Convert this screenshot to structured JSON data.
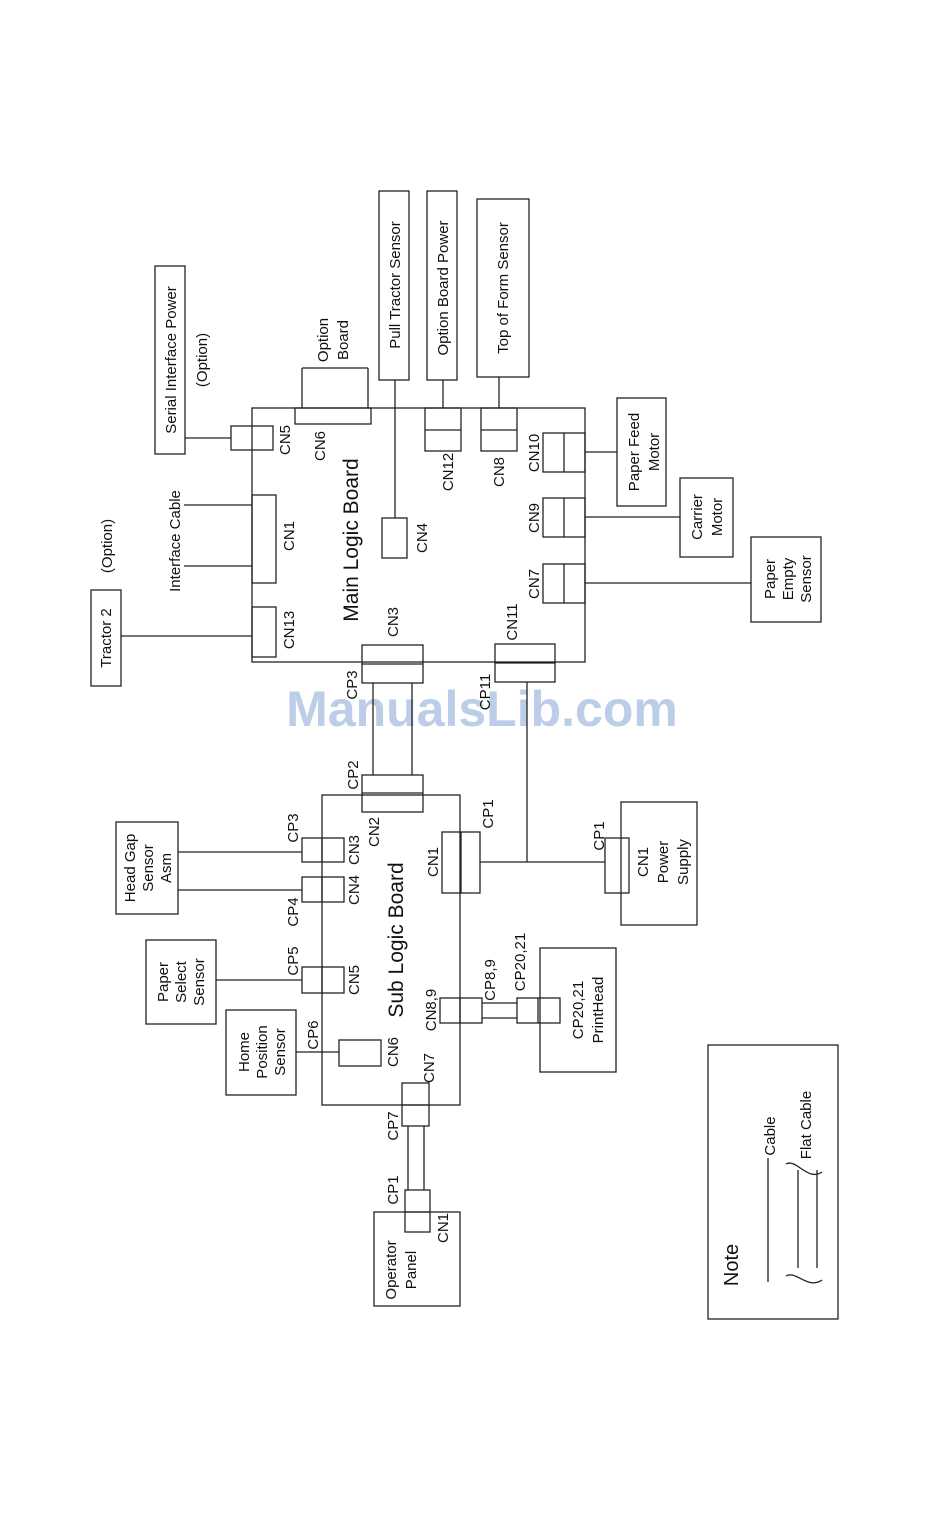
{
  "watermark": "ManualsLib.com",
  "main_board": {
    "title": "Main Logic Board",
    "cn1": "CN1",
    "cn3": "CN3",
    "cn4": "CN4",
    "cn5": "CN5",
    "cn6": "CN6",
    "cn7": "CN7",
    "cn8": "CN8",
    "cn9": "CN9",
    "cn10": "CN10",
    "cn11": "CN11",
    "cn12": "CN12",
    "cn13": "CN13"
  },
  "sub_board": {
    "title": "Sub Logic Board",
    "cn1": "CN1",
    "cn2": "CN2",
    "cn3": "CN3",
    "cn4": "CN4",
    "cn5": "CN5",
    "cn6": "CN6",
    "cn7": "CN7",
    "cn89": "CN8,9"
  },
  "cp_labels": {
    "cp3_main": "CP3",
    "cp11": "CP11",
    "cp2": "CP2",
    "cp1_sub": "CP1",
    "cp1_psu": "CP1",
    "cp3_sub": "CP3",
    "cp4": "CP4",
    "cp5": "CP5",
    "cp6": "CP6",
    "cp7": "CP7",
    "cp1_op": "CP1",
    "cp89": "CP8,9",
    "cp2021_top": "CP20,21"
  },
  "components": {
    "tractor2": "Tractor 2",
    "tractor2_option": "(Option)",
    "interface_cable": "Interface Cable",
    "serial_power": "Serial Interface Power",
    "serial_power_option": "(Option)",
    "option_board_l1": "Option",
    "option_board_l2": "Board",
    "pull_tractor": "Pull Tractor Sensor",
    "option_board_power": "Option Board Power",
    "top_of_form": "Top of Form Sensor",
    "paper_feed_l1": "Paper Feed",
    "paper_feed_l2": "Motor",
    "carrier_l1": "Carrier",
    "carrier_l2": "Motor",
    "paper_empty_l1": "Paper",
    "paper_empty_l2": "Empty",
    "paper_empty_l3": "Sensor",
    "head_gap_l1": "Head Gap",
    "head_gap_l2": "Sensor",
    "head_gap_l3": "Asm",
    "paper_select_l1": "Paper",
    "paper_select_l2": "Select",
    "paper_select_l3": "Sensor",
    "home_pos_l1": "Home",
    "home_pos_l2": "Position",
    "home_pos_l3": "Sensor",
    "psu_cn1": "CN1",
    "psu_l1": "Power",
    "psu_l2": "Supply",
    "printhead_l1": "CP20,21",
    "printhead_l2": "PrintHead",
    "operator_l1": "Operator",
    "operator_l2": "Panel",
    "operator_cn1": "CN1"
  },
  "note": {
    "title": "Note",
    "cable": "Cable",
    "flat_cable": "Flat Cable"
  }
}
